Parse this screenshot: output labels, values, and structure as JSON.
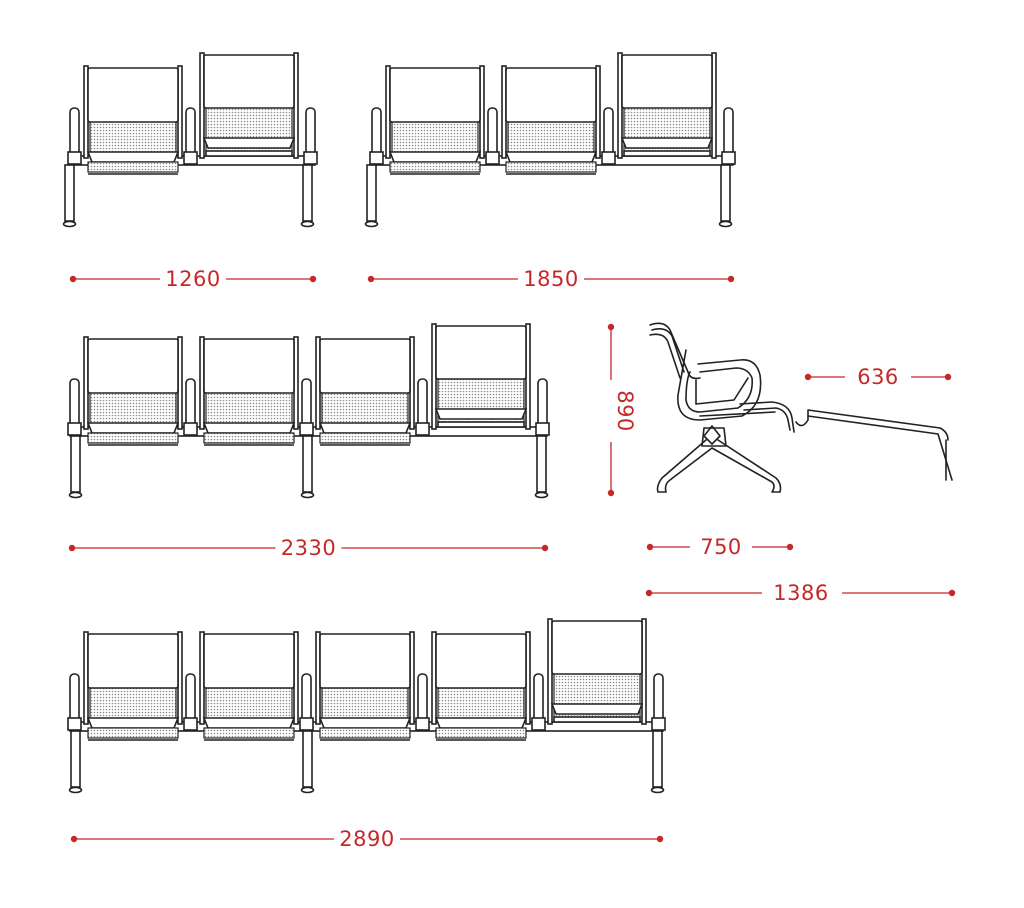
{
  "colors": {
    "line": "#222222",
    "dimension": "#c62828"
  },
  "front_views": [
    {
      "name": "2-seat",
      "seats": 2,
      "width_label": "1260"
    },
    {
      "name": "3-seat",
      "seats": 3,
      "width_label": "1850"
    },
    {
      "name": "4-seat",
      "seats": 4,
      "width_label": "2330"
    },
    {
      "name": "5-seat",
      "seats": 5,
      "width_label": "2890"
    }
  ],
  "side_view": {
    "height_label": "890",
    "seat_depth_label": "750",
    "total_depth_label": "1386",
    "beam_extension_label": "636"
  }
}
